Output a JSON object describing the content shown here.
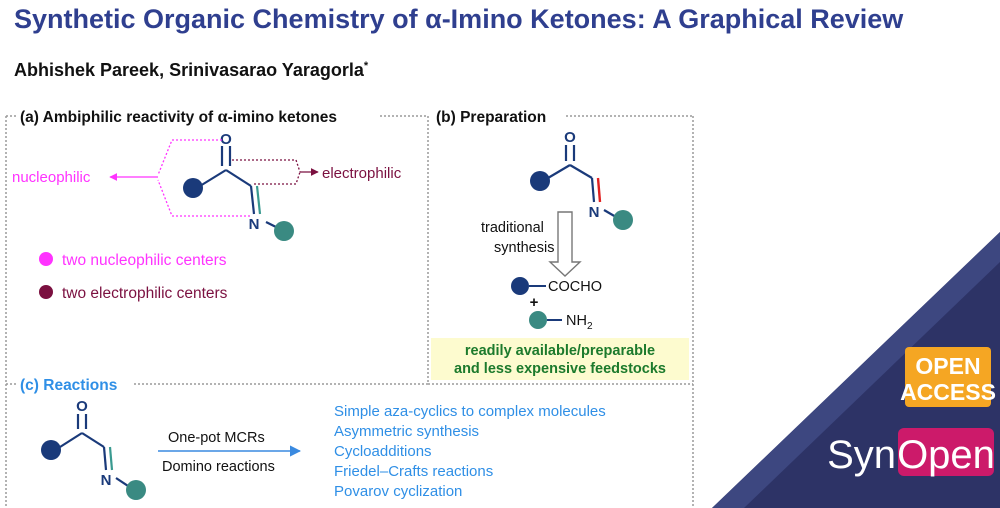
{
  "header": {
    "title": "Synthetic Organic Chemistry of α-Imino Ketones: A Graphical Review",
    "authors": "Abhishek Pareek, Srinivasarao Yaragorla",
    "corresponding_mark": "*"
  },
  "panel_a": {
    "heading_prefix": "(a) Ambiphilic reactivity of ",
    "heading_alpha": "α",
    "heading_suffix": "-imino ketones",
    "atom_o": "O",
    "atom_n": "N",
    "label_nucleophilic": "nucleophilic",
    "label_electrophilic": "electrophilic",
    "legend_nucleophilic": "two nucleophilic centers",
    "legend_electrophilic": "two electrophilic centers"
  },
  "panel_b": {
    "heading": "(b) Preparation",
    "atom_o": "O",
    "atom_n": "N",
    "arrow_label_line1": "traditional",
    "arrow_label_line2": "synthesis",
    "reagent_1": "COCHO",
    "plus": "+",
    "reagent_2_prefix": "NH",
    "reagent_2_sub": "2",
    "highlight_line1": "readily available/preparable",
    "highlight_line2": "and less expensive feedstocks"
  },
  "panel_c": {
    "heading": "(c) Reactions",
    "atom_o": "O",
    "atom_n": "N",
    "arrow_label_top": "One-pot MCRs",
    "arrow_label_bottom": "Domino reactions",
    "outcomes": [
      "Simple aza-cyclics to complex molecules",
      "Asymmetric synthesis",
      "Cycloadditions",
      "Friedel–Crafts reactions",
      "Povarov cyclization"
    ]
  },
  "branding": {
    "open_line1": "OPEN",
    "open_line2": "ACCESS",
    "logo_syn": "Syn",
    "logo_open": "Open"
  },
  "colors": {
    "title": "#2f3f8f",
    "nucleophilic": "#ff33ff",
    "electrophilic": "#7b1040",
    "reactions_text": "#2f8fe6",
    "navy_ball": "#1a3a7a",
    "teal_ball": "#3a8a82",
    "bond": "#1a3a7a",
    "imine_bond": "#3a9a90",
    "highlight_bg": "#fdfbcf",
    "dark_wedge": "#2d3366",
    "open_access": "#f5a623",
    "logo_magenta": "#cc1a6a"
  }
}
